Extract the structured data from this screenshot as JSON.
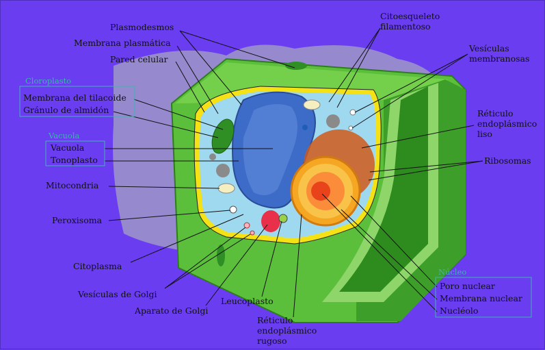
{
  "colors": {
    "background": "#6a3df0",
    "cell_wall": "#5bbf3c",
    "cytoplasm": "#9fd9ef",
    "vacuole": "#3d6bc8",
    "nucleus": "#f5a623",
    "group_label": "#3cb6b0"
  },
  "labels": {
    "plasmodesmos": "Plasmodesmos",
    "membrana_plasmatica": "Membrana plasmática",
    "pared_celular": "Pared celular",
    "membrana_tilacoide": "Membrana del tilacoide",
    "granulo_almidon": "Gránulo de almidón",
    "vacuola": "Vacuola",
    "tonoplasto": "Tonoplasto",
    "mitocondria": "Mitocondria",
    "peroxisoma": "Peroxisoma",
    "citoplasma": "Citoplasma",
    "vesiculas_golgi": "Vesículas de Golgi",
    "aparato_golgi": "Aparato de Golgi",
    "leucoplasto": "Leucoplasto",
    "reticulo_rugoso": [
      "Réticulo",
      "endoplásmico",
      "rugoso"
    ],
    "citoesqueleto": [
      "Citoesqueleto",
      "filamentoso"
    ],
    "vesiculas_membranosas": [
      "Vesículas",
      "membranosas"
    ],
    "reticulo_liso": [
      "Réticulo",
      "endoplásmico",
      "liso"
    ],
    "ribosomas": "Ribosomas",
    "poro_nuclear": "Poro nuclear",
    "membrana_nuclear": "Membrana nuclear",
    "nucleolo": "Nucléolo"
  },
  "groups": {
    "cloroplasto": "Cloroplasto",
    "vacuola": "Vacuola",
    "nucleo": "Núcleo"
  }
}
